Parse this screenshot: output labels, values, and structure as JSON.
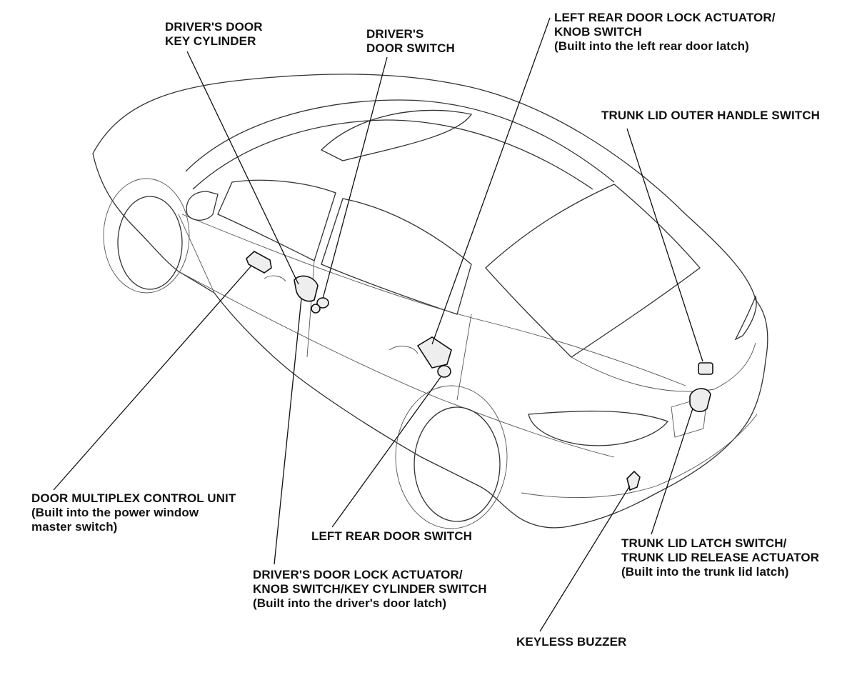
{
  "callouts": {
    "drivers_door_key_cylinder": [
      "DRIVER'S DOOR",
      "KEY CYLINDER"
    ],
    "drivers_door_switch": [
      "DRIVER'S",
      "DOOR SWITCH"
    ],
    "left_rear_door_lock_actuator": [
      "LEFT REAR DOOR LOCK ACTUATOR/",
      "KNOB SWITCH",
      "(Built into the left rear door latch)"
    ],
    "trunk_lid_outer_handle_switch": [
      "TRUNK LID OUTER HANDLE SWITCH"
    ],
    "door_multiplex_control_unit": [
      "DOOR MULTIPLEX CONTROL UNIT",
      "(Built into the power window",
      "master switch)"
    ],
    "left_rear_door_switch": [
      "LEFT REAR DOOR SWITCH"
    ],
    "trunk_lid_latch_switch": [
      "TRUNK LID LATCH SWITCH/",
      "TRUNK LID RELEASE ACTUATOR",
      "(Built into the trunk lid latch)"
    ],
    "drivers_door_lock_actuator": [
      "DRIVER'S DOOR LOCK ACTUATOR/",
      "KNOB SWITCH/KEY CYLINDER SWITCH",
      "(Built into the driver's door latch)"
    ],
    "keyless_buzzer": [
      "KEYLESS BUZZER"
    ]
  }
}
